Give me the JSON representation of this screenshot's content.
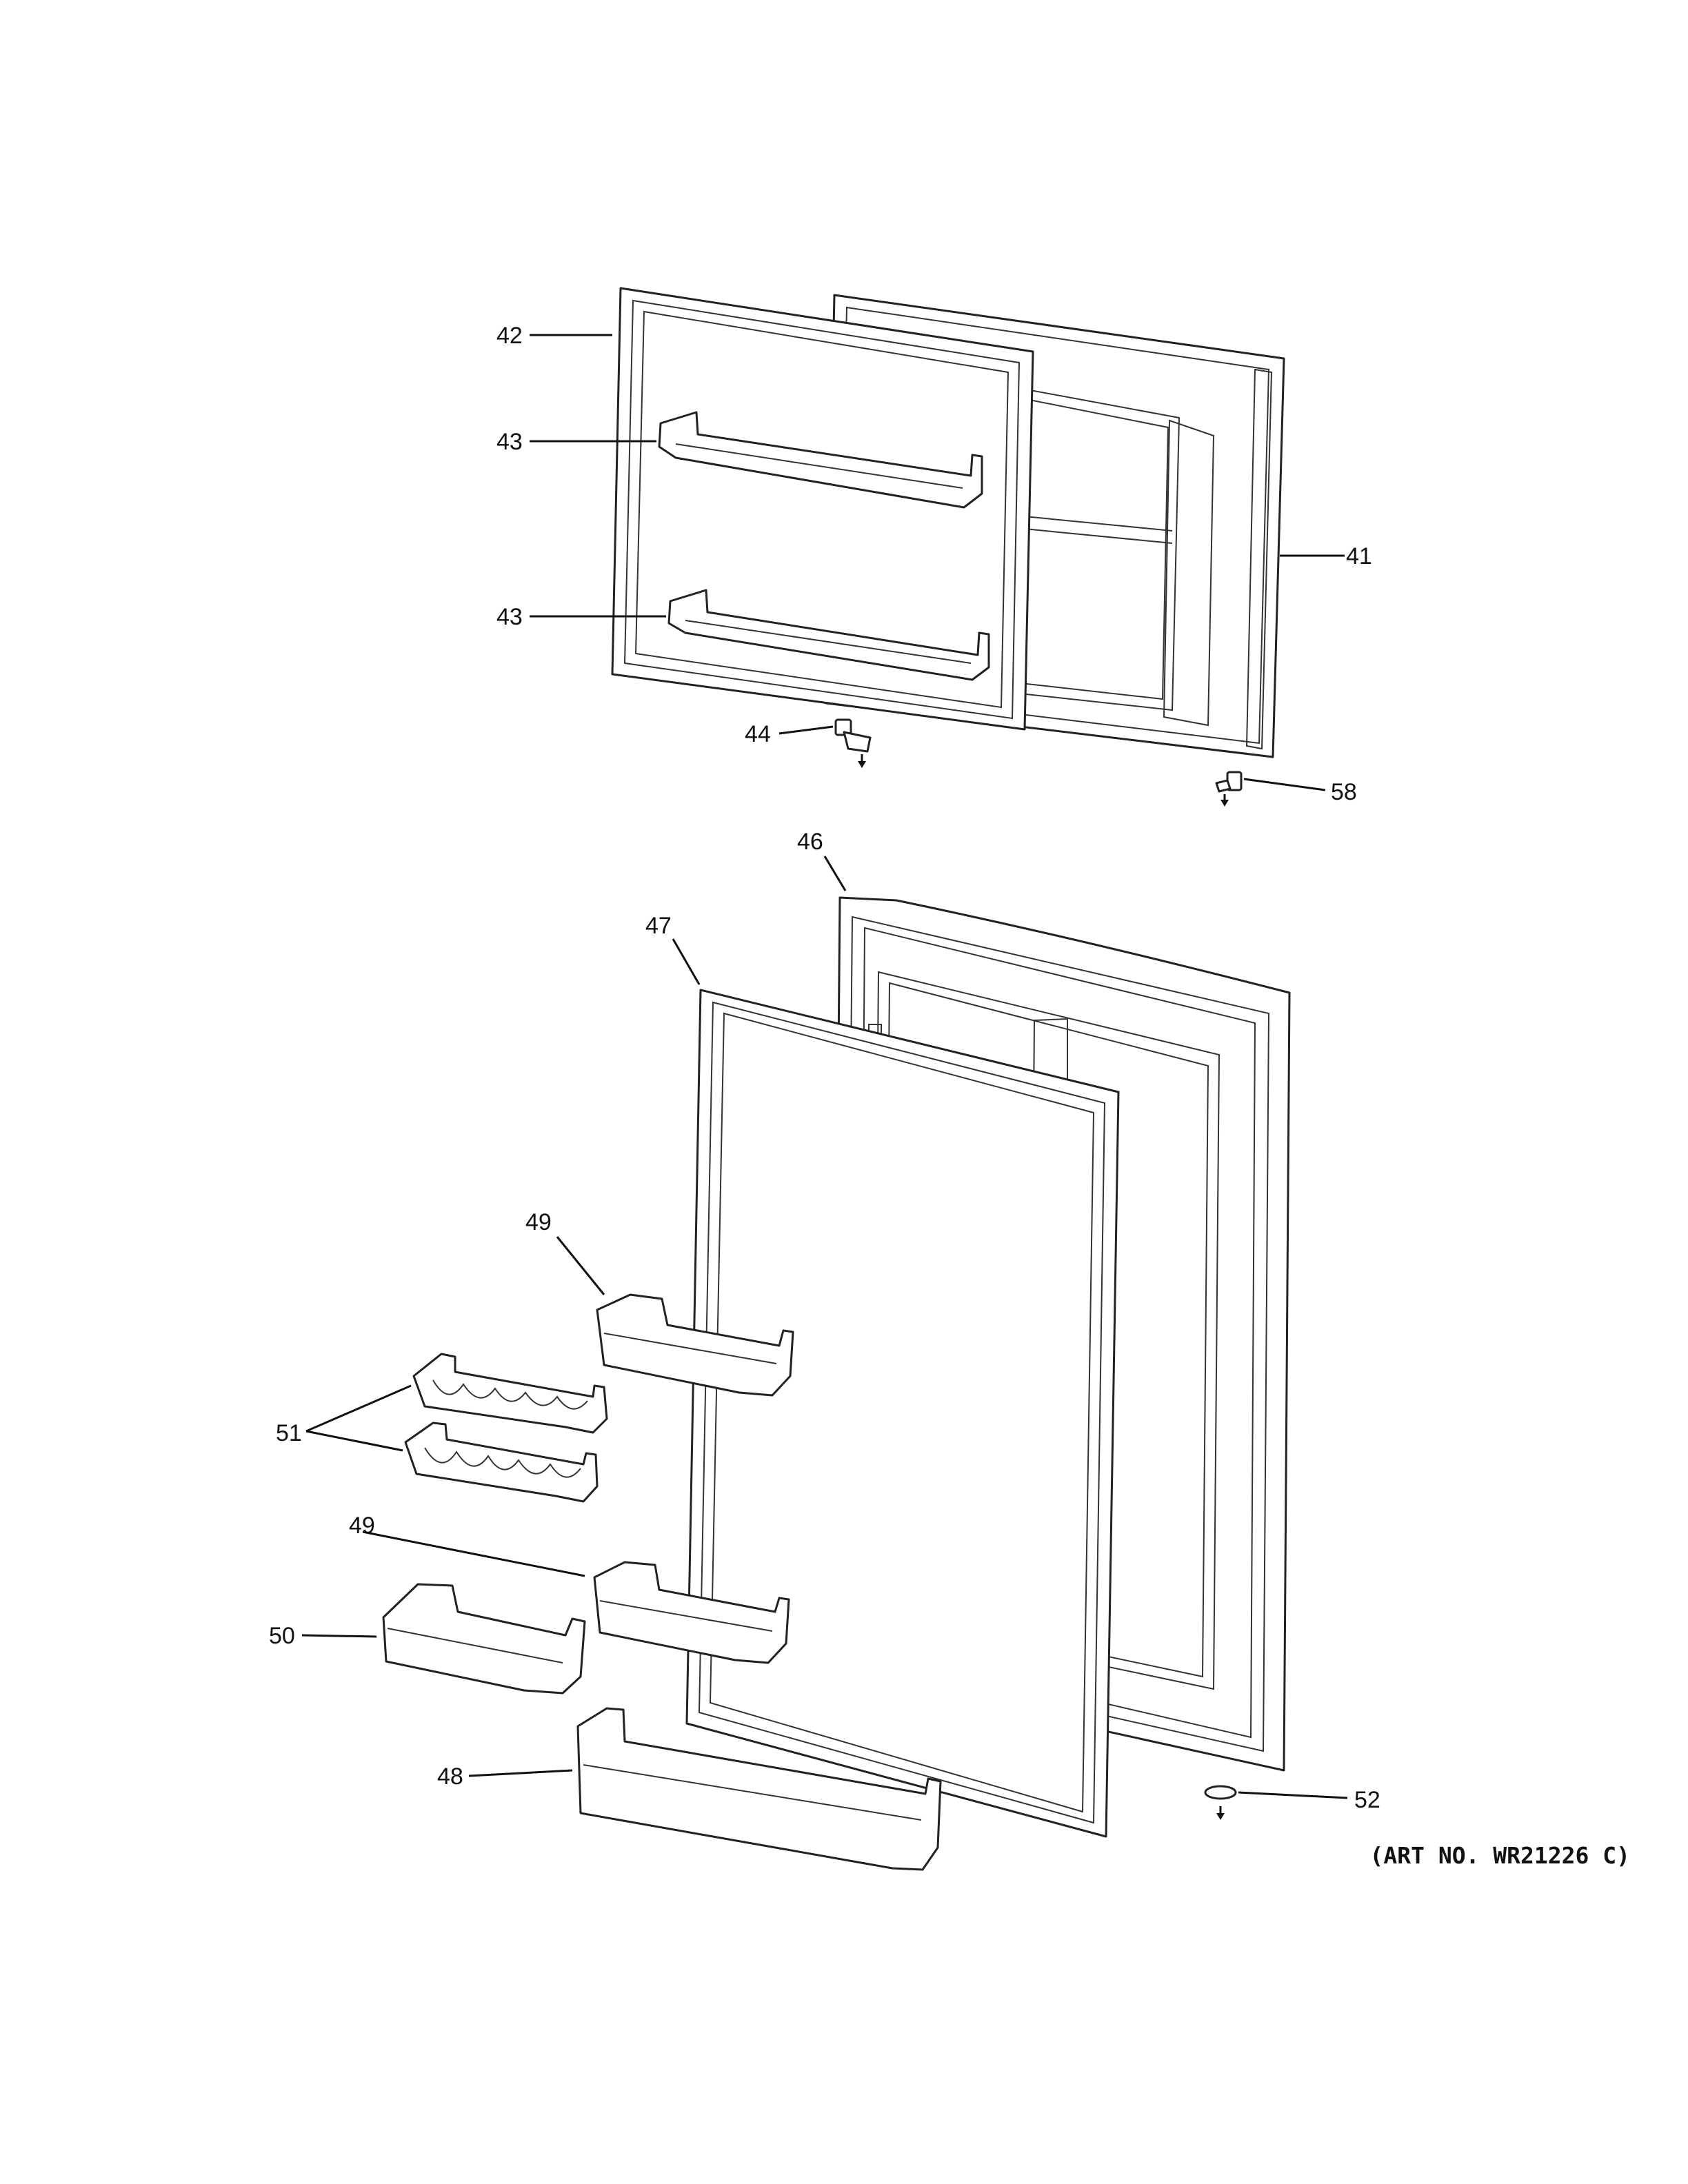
{
  "art_number": "(ART NO. WR21226 C)",
  "callouts": {
    "c41": "41",
    "c42": "42",
    "c43a": "43",
    "c43b": "43",
    "c44": "44",
    "c46": "46",
    "c47": "47",
    "c48": "48",
    "c49a": "49",
    "c49b": "49",
    "c50": "50",
    "c51": "51",
    "c52": "52",
    "c58": "58"
  }
}
